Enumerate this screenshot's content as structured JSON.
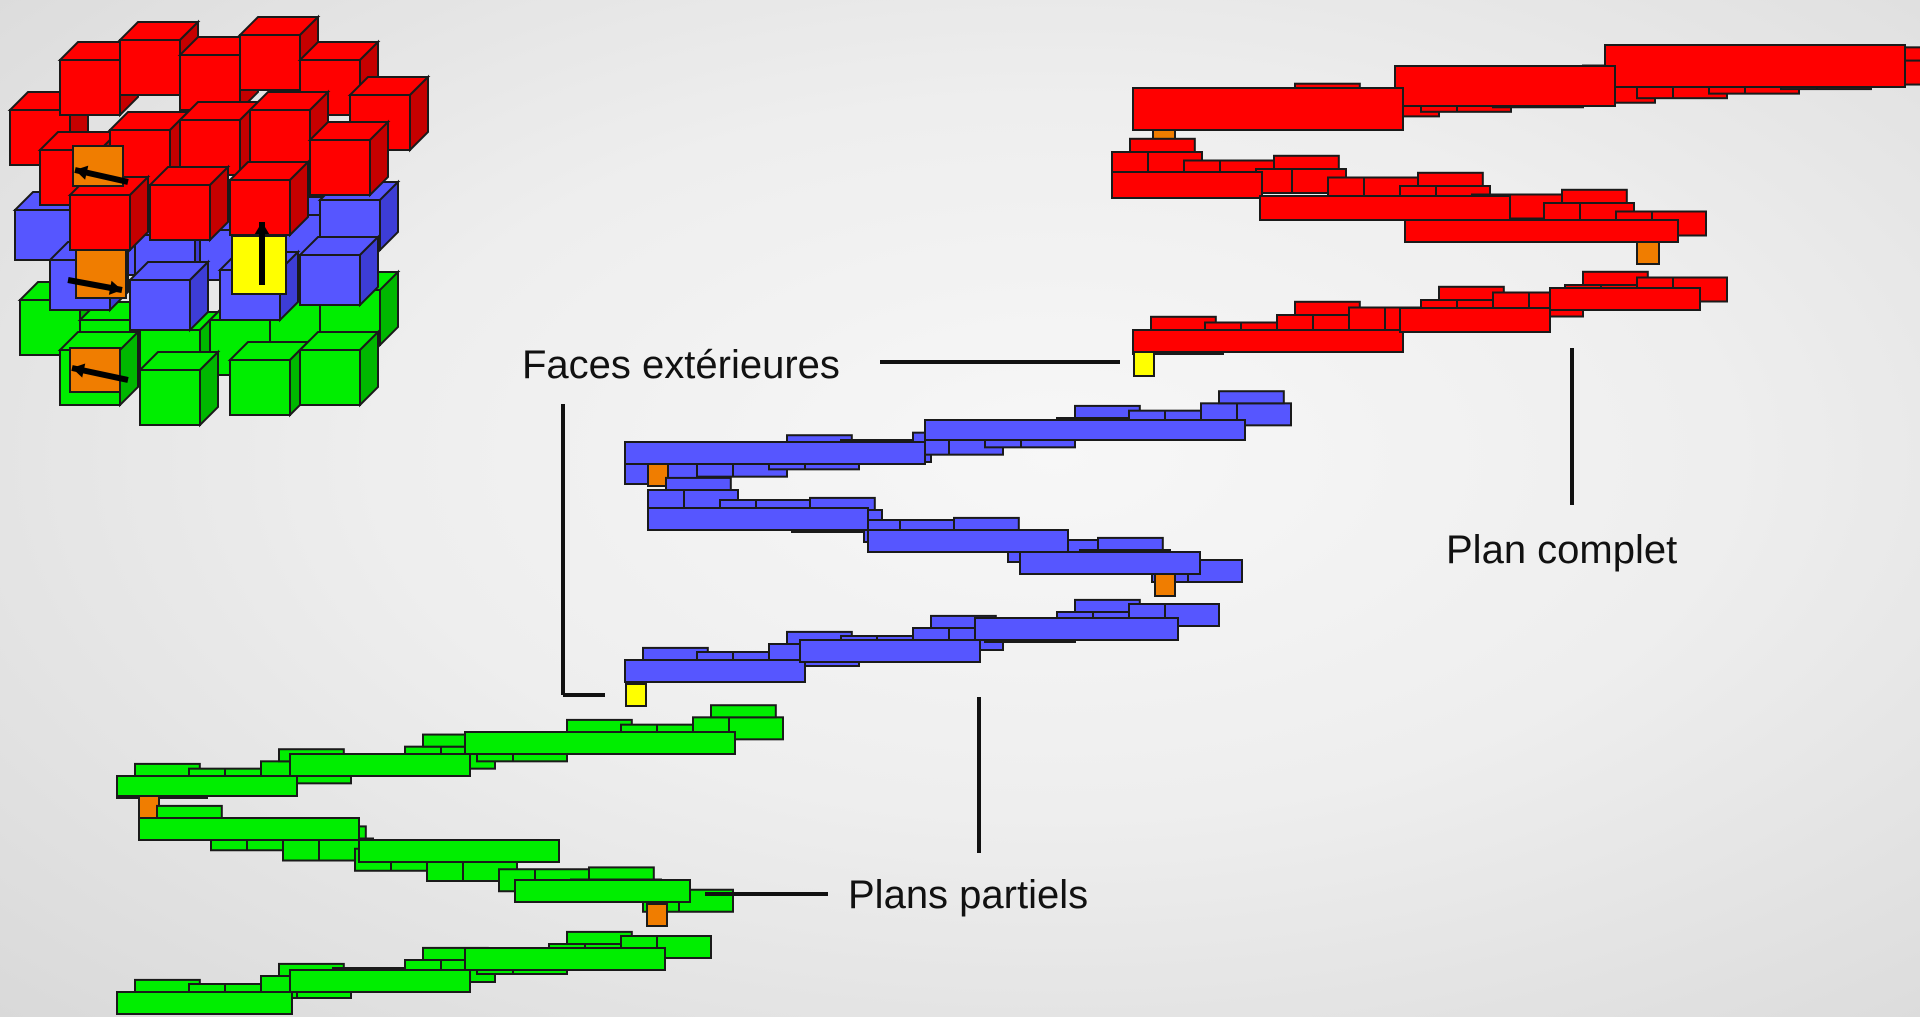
{
  "labels": {
    "faces": "Faces extérieures",
    "plan_complet": "Plan complet",
    "plans_partiels": "Plans partiels"
  },
  "colors": {
    "red": "#ff0000",
    "blue": "#5656ff",
    "green": "#00ee00",
    "orange": "#f07d00",
    "yellow": "#ffff00",
    "outline": "#1a1a1a"
  },
  "layers": [
    "red",
    "blue",
    "green"
  ],
  "icons": [
    "arrow-left-icon",
    "arrow-right-icon",
    "arrow-up-icon"
  ]
}
